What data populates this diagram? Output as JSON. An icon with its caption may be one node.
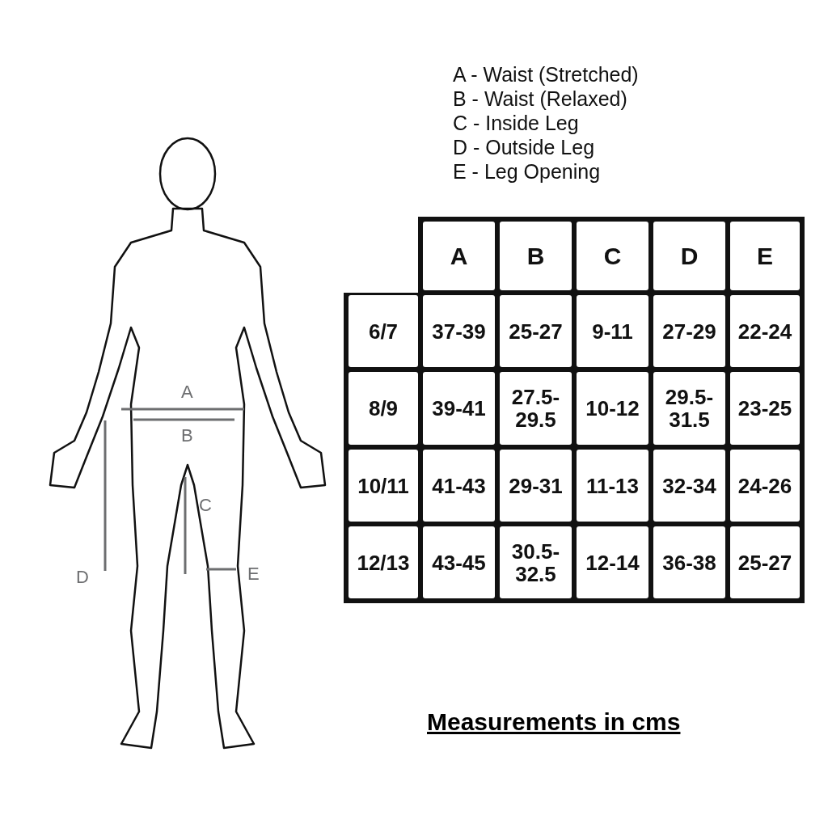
{
  "diagram": {
    "labels": [
      "A - Waist (Stretched)",
      "B - Waist (Relaxed)",
      "C - Inside Leg",
      "D - Outside Leg",
      "E - Leg Opening",
      "A",
      "B",
      "C",
      "D",
      "E",
      "A",
      "B",
      "C",
      "D",
      "E",
      "6/7",
      "37-39",
      "25-27",
      "9-11",
      "27-29",
      "22-24",
      "8/9",
      "39-41",
      "27.5-29.5",
      "10-12",
      "29.5-31.5",
      "23-25",
      "10/11",
      "41-43",
      "29-31",
      "11-13",
      "32-34",
      "24-26",
      "12/13",
      "43-45",
      "30.5-32.5",
      "12-14",
      "36-38",
      "25-27",
      "Measurements in cms"
    ]
  }
}
